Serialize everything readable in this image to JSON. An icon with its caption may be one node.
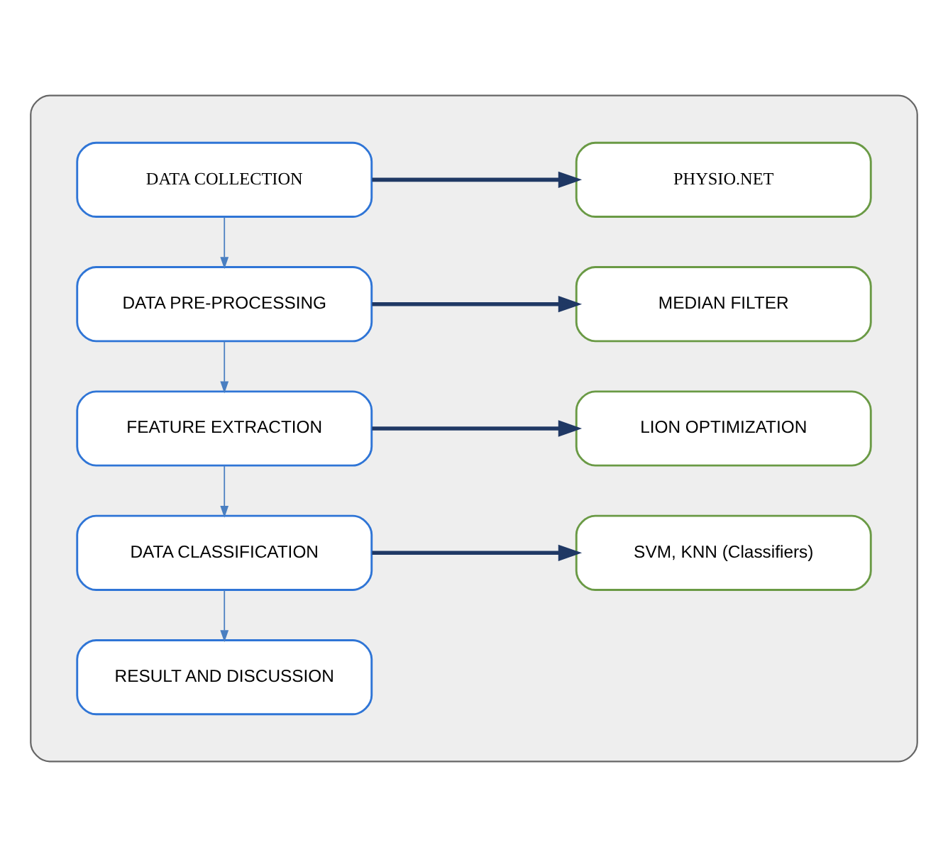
{
  "diagram": {
    "nodes": [
      {
        "text": [],
        "shape": "box"
      },
      {
        "text": [
          "DATA COLLECTION"
        ],
        "in": 0
      },
      {
        "text": [
          "PHYSIO.NET"
        ],
        "in": 0
      },
      {
        "text": [
          "DATA PRE-PROCESSING"
        ],
        "in": 0
      },
      {
        "text": [
          "MEDIAN FILTER"
        ],
        "in": 0
      },
      {
        "text": [
          "FEATURE EXTRACTION"
        ],
        "in": 0
      },
      {
        "text": [
          "LION OPTIMIZATION"
        ],
        "in": 0
      },
      {
        "text": [
          "DATA CLASSIFICATION"
        ],
        "in": 0
      },
      {
        "text": [
          "SVM, KNN (Classifiers)"
        ],
        "in": 0
      },
      {
        "text": [
          "RESULT AND DISCUSSION"
        ],
        "in": 0
      }
    ],
    "edges": [
      {
        "from": 1,
        "to": 3,
        "arrow": "to"
      },
      {
        "from": 3,
        "to": 5,
        "arrow": "to"
      },
      {
        "from": 5,
        "to": 7,
        "arrow": "to"
      },
      {
        "from": 7,
        "to": 9,
        "arrow": "to"
      },
      {
        "from": 1,
        "to": 2,
        "arrow": "to",
        "style": "thick",
        "color": "#1f3864"
      },
      {
        "from": 3,
        "to": 4,
        "arrow": "to",
        "style": "thick",
        "color": "#1f3864"
      },
      {
        "from": 5,
        "to": 6,
        "arrow": "to",
        "style": "thick",
        "color": "#1f3864"
      },
      {
        "from": 7,
        "to": 8,
        "arrow": "to",
        "style": "thick",
        "color": "#1f3864"
      }
    ]
  }
}
